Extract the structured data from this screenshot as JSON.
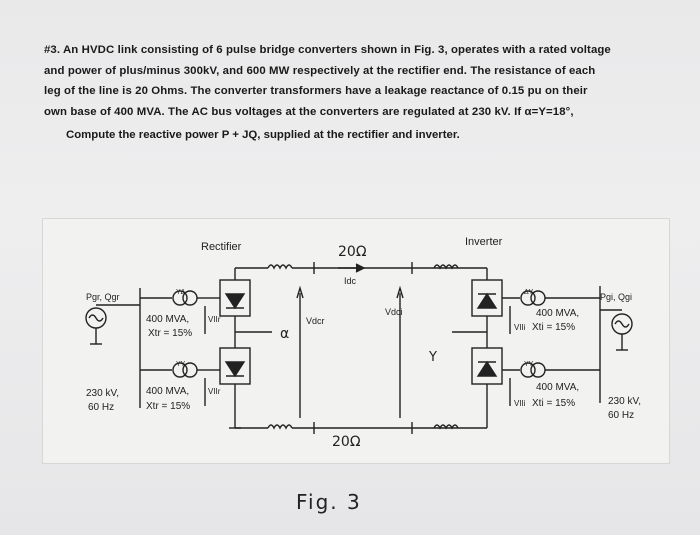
{
  "problem": {
    "lines": [
      "#3. An HVDC link consisting of 6 pulse bridge converters shown in Fig. 3, operates with a rated voltage",
      "and power of plus/minus 300kV, and 600 MW respectively at the rectifier end. The resistance of each",
      "leg of the line is 20 Ohms. The converter transformers have a leakage reactance of 0.15 pu on their",
      "own base of 400 MVA. The AC bus voltages at the converters are regulated at 230 kV. If α=Υ=18°,"
    ],
    "compute": "Compute the reactive power P + JQ, supplied at the rectifier and inverter."
  },
  "figure": {
    "rectifier_label": "Rectifier",
    "inverter_label": "Inverter",
    "resistance_top": "20Ω",
    "resistance_bottom": "20Ω",
    "idc": "Idc",
    "vdcr": "Vdcr",
    "vdci": "Vdci",
    "alpha": "α",
    "gamma": "Y",
    "pgr_qgr": "Pgr, Qgr",
    "pgi_qgi": "Pgi, Qgi",
    "rect_top": {
      "mva": "400 MVA,",
      "xt": "Xtr = 15%",
      "v": "VIIr",
      "conn": "YΔ"
    },
    "rect_bot": {
      "mva": "400 MVA,",
      "xt": "Xtr = 15%",
      "v": "VIIr",
      "conn": "YY"
    },
    "inv_top": {
      "mva": "400 MVA,",
      "xt": "Xti = 15%",
      "v": "VIIi",
      "conn": "ΔY"
    },
    "inv_bot": {
      "mva": "400 MVA,",
      "xt": "Xti = 15%",
      "v": "VIIi",
      "conn": "YY"
    },
    "ac_left": {
      "kv": "230 kV,",
      "hz": "60 Hz"
    },
    "ac_right": {
      "kv": "230 kV,",
      "hz": "60 Hz"
    },
    "caption": "Fig. 3"
  }
}
